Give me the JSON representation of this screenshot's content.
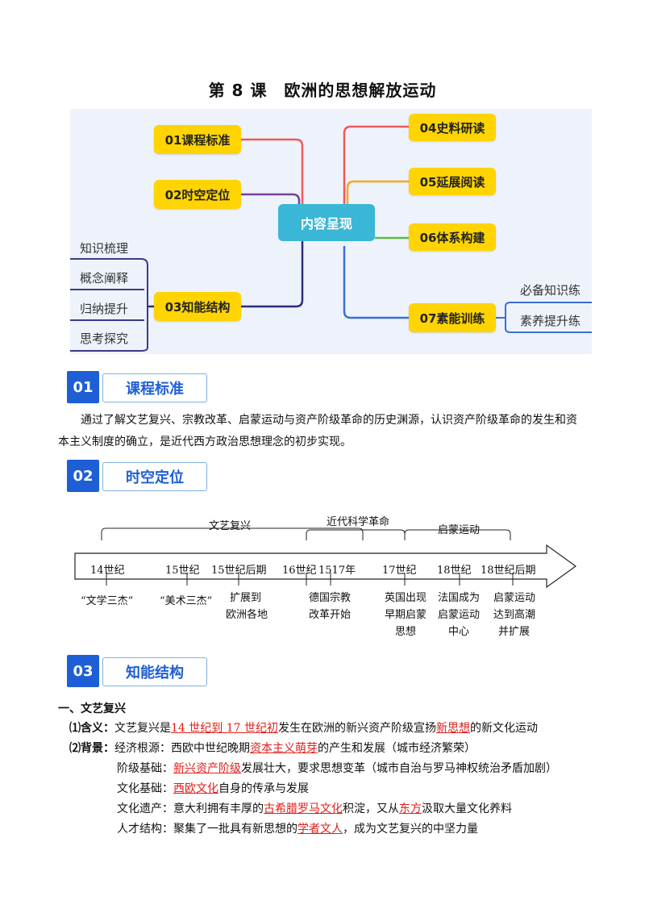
{
  "title": "第 8 课　欧洲的思想解放运动",
  "mindmap": {
    "center": "内容呈现",
    "left_nodes": [
      "01课程标准",
      "02时空定位",
      "03知能结构"
    ],
    "right_nodes": [
      "04史料研读",
      "05延展阅读",
      "06体系构建",
      "07素能训练"
    ],
    "left_subs": [
      "知识梳理",
      "概念阐释",
      "归纳提升",
      "思考探究"
    ],
    "right_subs": [
      "必备知识练",
      "素养提升练"
    ]
  },
  "sections": {
    "s1": {
      "num": "01",
      "label": "课程标准"
    },
    "s2": {
      "num": "02",
      "label": "时空定位"
    },
    "s3": {
      "num": "03",
      "label": "知能结构"
    }
  },
  "standard_text_1": "通过了解文艺复兴、宗教改革、启蒙运动与资产阶级革命的历史渊源，认识资产阶级革命的发生和资",
  "standard_text_2": "本主义制度的确立，是近代西方政治思想理念的初步实现。",
  "timeline": {
    "brackets": [
      "文艺复兴",
      "近代科学革命",
      "启蒙运动"
    ],
    "ticks": [
      "14世纪",
      "15世纪",
      "15世纪后期",
      "16世纪",
      "1517年",
      "17世纪",
      "18世纪",
      "18世纪后期"
    ],
    "below": [
      [
        "“文学三杰”"
      ],
      [
        "“美术三杰”"
      ],
      [
        "扩展到",
        "欧洲各地"
      ],
      [
        "德国宗教",
        "改革开始"
      ],
      [
        "英国出现",
        "早期启蒙",
        "思想"
      ],
      [
        "法国成为",
        "启蒙运动",
        "中心"
      ],
      [
        "启蒙运动",
        "达到高潮",
        "并扩展"
      ]
    ]
  },
  "content": {
    "heading": "一、文艺复兴",
    "meaning_label": "⑴含义：",
    "meaning_pre": "文艺复兴是",
    "meaning_red1": "14 世纪到 17 世纪初",
    "meaning_mid": "发生在欧洲的新兴资产阶级宣扬",
    "meaning_red2": "新思想",
    "meaning_post": "的新文化运动",
    "bg_label": "⑵背景：",
    "econ_pre": "经济根源：西欧中世纪晚期",
    "econ_red": "资本主义萌芽",
    "econ_post": "的产生和发展（城市经济繁荣）",
    "class_pre": "阶级基础：",
    "class_red": "新兴资产阶级",
    "class_post": "发展壮大，要求思想变革（城市自治与罗马神权统治矛盾加剧）",
    "culture_pre": "文化基础：",
    "culture_red": "西欧文化",
    "culture_post": "自身的传承与发展",
    "heritage_pre": "文化遗产：意大利拥有丰厚的",
    "heritage_red1": "古希腊罗马文化",
    "heritage_mid": "积淀，又从",
    "heritage_red2": "东方",
    "heritage_post": "汲取大量文化养料",
    "talent_pre": "人才结构：聚集了一批具有新思想的",
    "talent_red": "学者文人",
    "talent_post": "，成为文艺复兴的中坚力量"
  }
}
